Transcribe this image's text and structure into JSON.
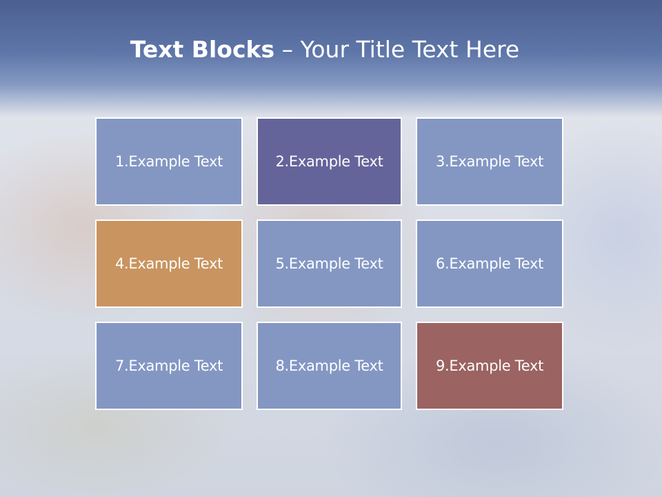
{
  "title": {
    "bold": "Text Blocks",
    "separator": " – ",
    "rest": "Your Title Text Here"
  },
  "blocks": [
    {
      "label": "1.Example Text",
      "color": "#8497c3"
    },
    {
      "label": "2.Example Text",
      "color": "#65649a"
    },
    {
      "label": "3.Example Text",
      "color": "#8497c3"
    },
    {
      "label": "4.Example Text",
      "color": "#c99460"
    },
    {
      "label": "5.Example Text",
      "color": "#8497c3"
    },
    {
      "label": "6.Example Text",
      "color": "#8497c3"
    },
    {
      "label": "7.Example Text",
      "color": "#8497c3"
    },
    {
      "label": "8.Example Text",
      "color": "#8497c3"
    },
    {
      "label": "9.Example Text",
      "color": "#9b6361"
    }
  ]
}
